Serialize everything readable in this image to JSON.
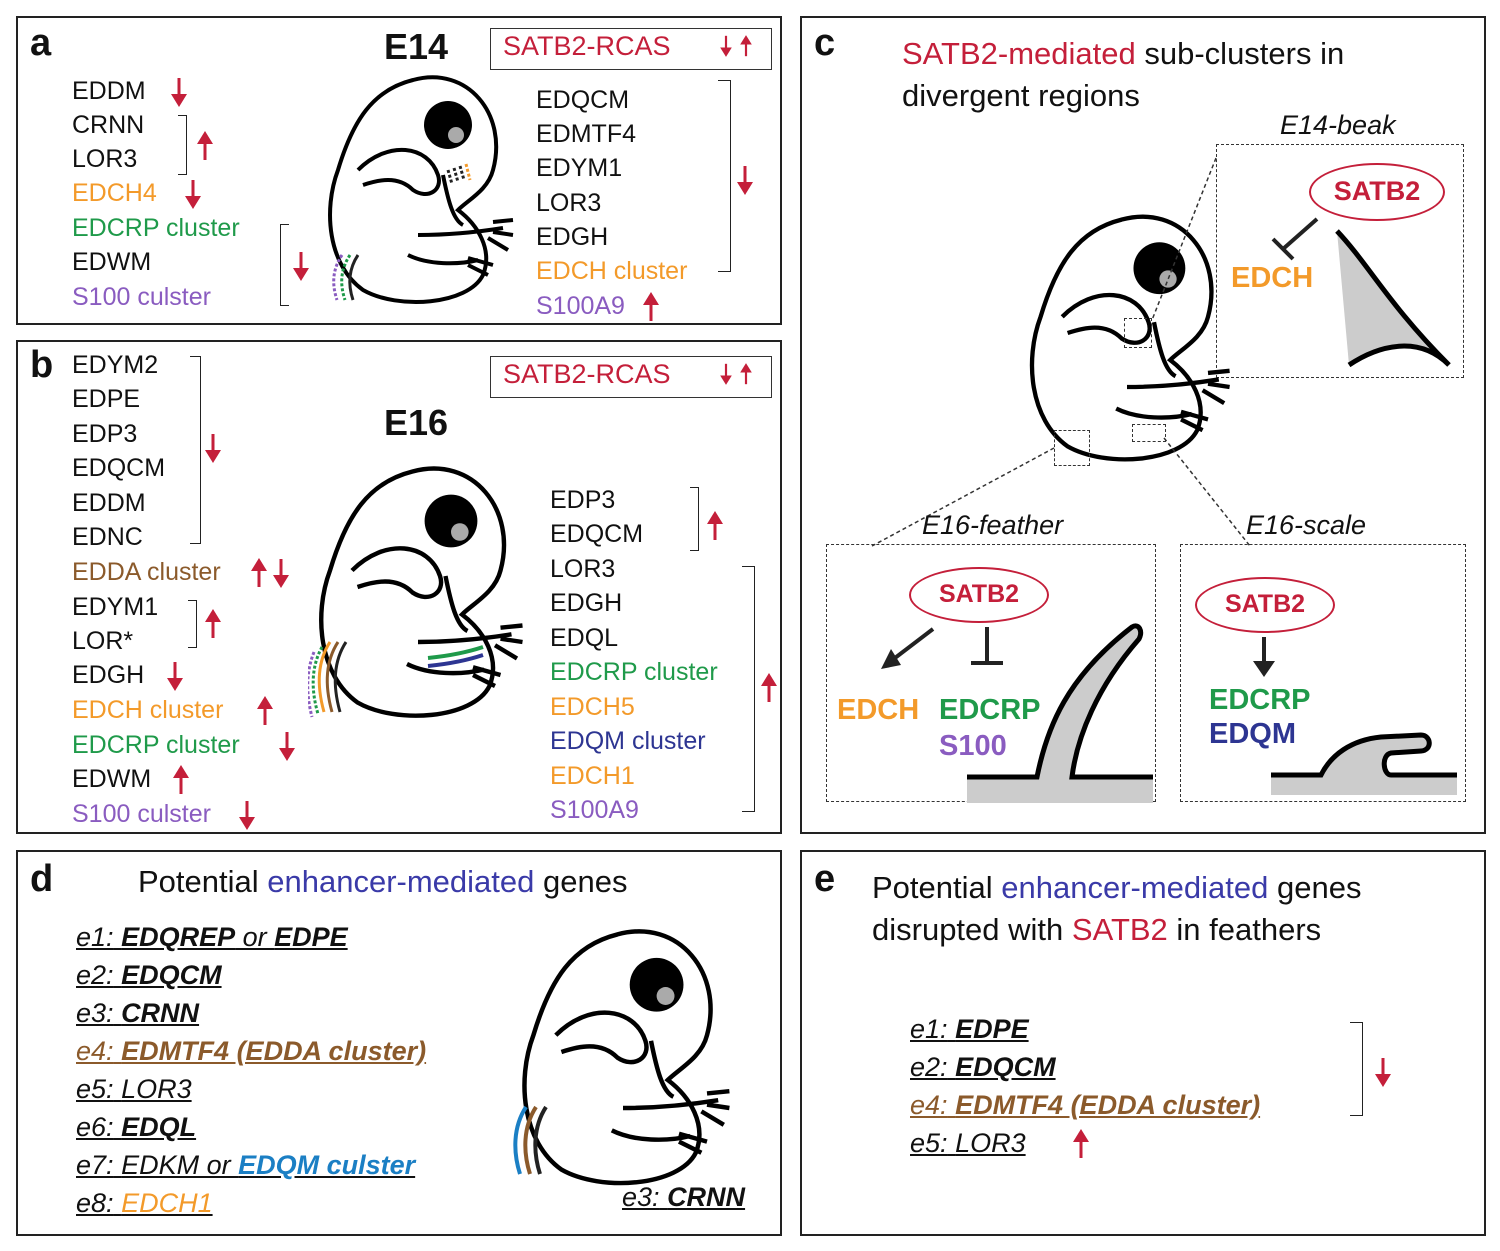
{
  "panel_a": {
    "label": "a",
    "stage": "E14",
    "rcas": "SATB2-RCAS",
    "left_genes": [
      "EDDM",
      "CRNN",
      "LOR3",
      "EDCH4",
      "EDCRP cluster",
      "EDWM",
      "S100 culster"
    ],
    "right_genes": [
      "EDQCM",
      "EDMTF4",
      "EDYM1",
      "LOR3",
      "EDGH",
      "EDCH cluster",
      "S100A9"
    ]
  },
  "panel_b": {
    "label": "b",
    "stage": "E16",
    "rcas": "SATB2-RCAS",
    "left_genes": [
      "EDYM2",
      "EDPE",
      "EDP3",
      "EDQCM",
      "EDDM",
      "EDNC",
      "EDDA cluster",
      "EDYM1",
      "LOR*",
      "EDGH",
      "EDCH cluster",
      "EDCRP cluster",
      "EDWM",
      "S100 culster"
    ],
    "right_genes": [
      "EDP3",
      "EDQCM",
      "LOR3",
      "EDGH",
      "EDQL",
      "EDCRP cluster",
      "EDCH5",
      "EDQM cluster",
      "EDCH1",
      "S100A9"
    ]
  },
  "panel_c": {
    "label": "c",
    "title_red": "SATB2-mediated",
    "title_rest1": " sub-clusters in",
    "title_rest2": "divergent regions",
    "beak_title": "E14-beak",
    "feather_title": "E16-feather",
    "scale_title": "E16-scale",
    "satb2": "SATB2",
    "edch": "EDCH",
    "edcrp": "EDCRP",
    "s100": "S100",
    "edqm": "EDQM"
  },
  "panel_d": {
    "label": "d",
    "title_pre": "Potential ",
    "title_enh": "enhancer-mediated",
    "title_post": " genes",
    "items": [
      {
        "key": "e1:",
        "a": "EDQREP",
        "mid": " or ",
        "b": "EDPE"
      },
      {
        "key": "e2:",
        "a": "EDQCM"
      },
      {
        "key": "e3:",
        "a": "CRNN"
      },
      {
        "key": "e4:",
        "a": "EDMTF4 (EDDA cluster)"
      },
      {
        "key": "e5:",
        "a": "LOR3"
      },
      {
        "key": "e6:",
        "a": "EDQL"
      },
      {
        "key": "e7:",
        "a": "EDKM or ",
        "b": "EDQM culster"
      },
      {
        "key": "e8:",
        "a": "EDCH1"
      }
    ],
    "embryo_key": "e3:",
    "embryo_gene": "CRNN"
  },
  "panel_e": {
    "label": "e",
    "title_pre": "Potential ",
    "title_enh": "enhancer-mediated",
    "title_post": " genes",
    "title2_pre": "disrupted with ",
    "title2_red": "SATB2",
    "title2_post": " in feathers",
    "items": [
      {
        "key": "e1:",
        "gene": "EDPE"
      },
      {
        "key": "e2:",
        "gene": "EDQCM"
      },
      {
        "key": "e4:",
        "gene": "EDMTF4 (EDDA cluster)"
      },
      {
        "key": "e5:",
        "gene": "LOR3"
      }
    ]
  },
  "colors": {
    "red": "#c41f3a",
    "orange": "#f39a2a",
    "green": "#1f9a4a",
    "purple": "#8a5cc0",
    "brown": "#8b5a2b",
    "navy": "#2d3592",
    "blue": "#1b7fc4",
    "enhancer": "#3a3aa8"
  }
}
